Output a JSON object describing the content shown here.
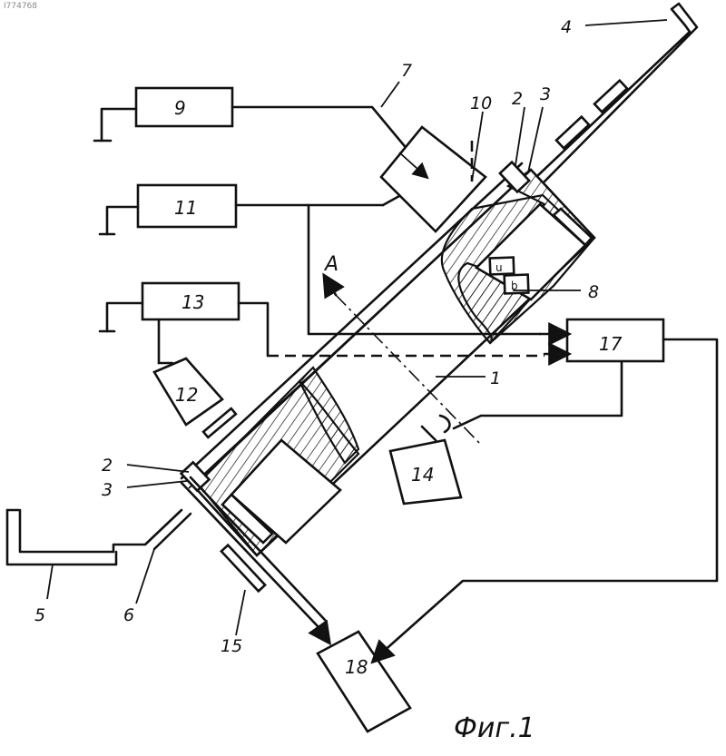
{
  "corner_mark": "I774768",
  "caption": "Фиг.1",
  "arrow_label": "A",
  "blocks": [
    {
      "id": "9",
      "label": "9"
    },
    {
      "id": "11",
      "label": "11"
    },
    {
      "id": "13",
      "label": "13"
    },
    {
      "id": "12",
      "label": "12"
    },
    {
      "id": "14",
      "label": "14"
    },
    {
      "id": "17",
      "label": "17"
    },
    {
      "id": "18",
      "label": "18"
    }
  ],
  "callouts": [
    "1",
    "2",
    "3",
    "4",
    "5",
    "6",
    "7",
    "8",
    "10",
    "2",
    "3",
    "15"
  ],
  "sensor_labels": [
    "u",
    "b"
  ]
}
